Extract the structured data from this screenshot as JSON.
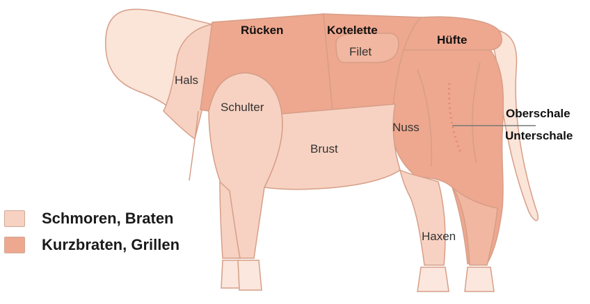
{
  "colors": {
    "light": "#f7d2c2",
    "dark": "#eea88f",
    "head": "#fbe4d8",
    "outline": "#d69e87",
    "hoof": "#fbe7dd"
  },
  "cuts": {
    "ruecken": "Rücken",
    "kotelette": "Kotelette",
    "filet": "Filet",
    "huefte": "Hüfte",
    "hals": "Hals",
    "schulter": "Schulter",
    "brust": "Brust",
    "nuss": "Nuss",
    "oberschale": "Oberschale",
    "unterschale": "Unterschale",
    "haxen": "Haxen"
  },
  "legend": [
    {
      "label": "Schmoren, Braten",
      "color": "#f7d2c2"
    },
    {
      "label": "Kurzbraten, Grillen",
      "color": "#eea88f"
    }
  ]
}
